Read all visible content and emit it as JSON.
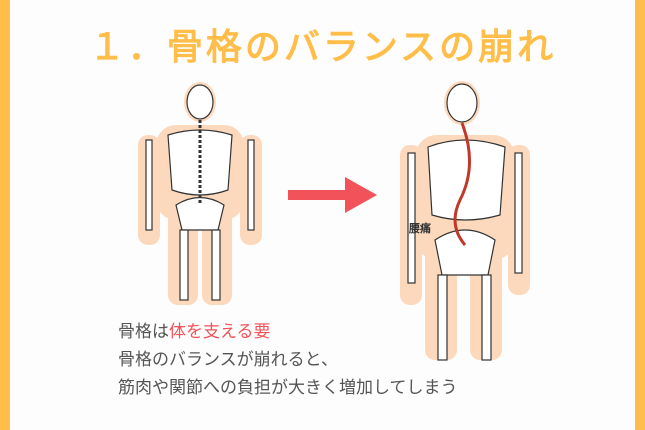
{
  "title": "１．骨格のバランスの崩れ",
  "annotation": "腰痛",
  "body_text": {
    "line1_prefix": "骨格は",
    "line1_highlight": "体を支える要",
    "line2": "骨格のバランスが崩れると、",
    "line3": "筋肉や関節への負担が大きく増加してしまう"
  },
  "colors": {
    "accent": "#ffbe4a",
    "highlight": "#f25259",
    "arrow": "#f25259",
    "skin": "#fcd9bd"
  }
}
